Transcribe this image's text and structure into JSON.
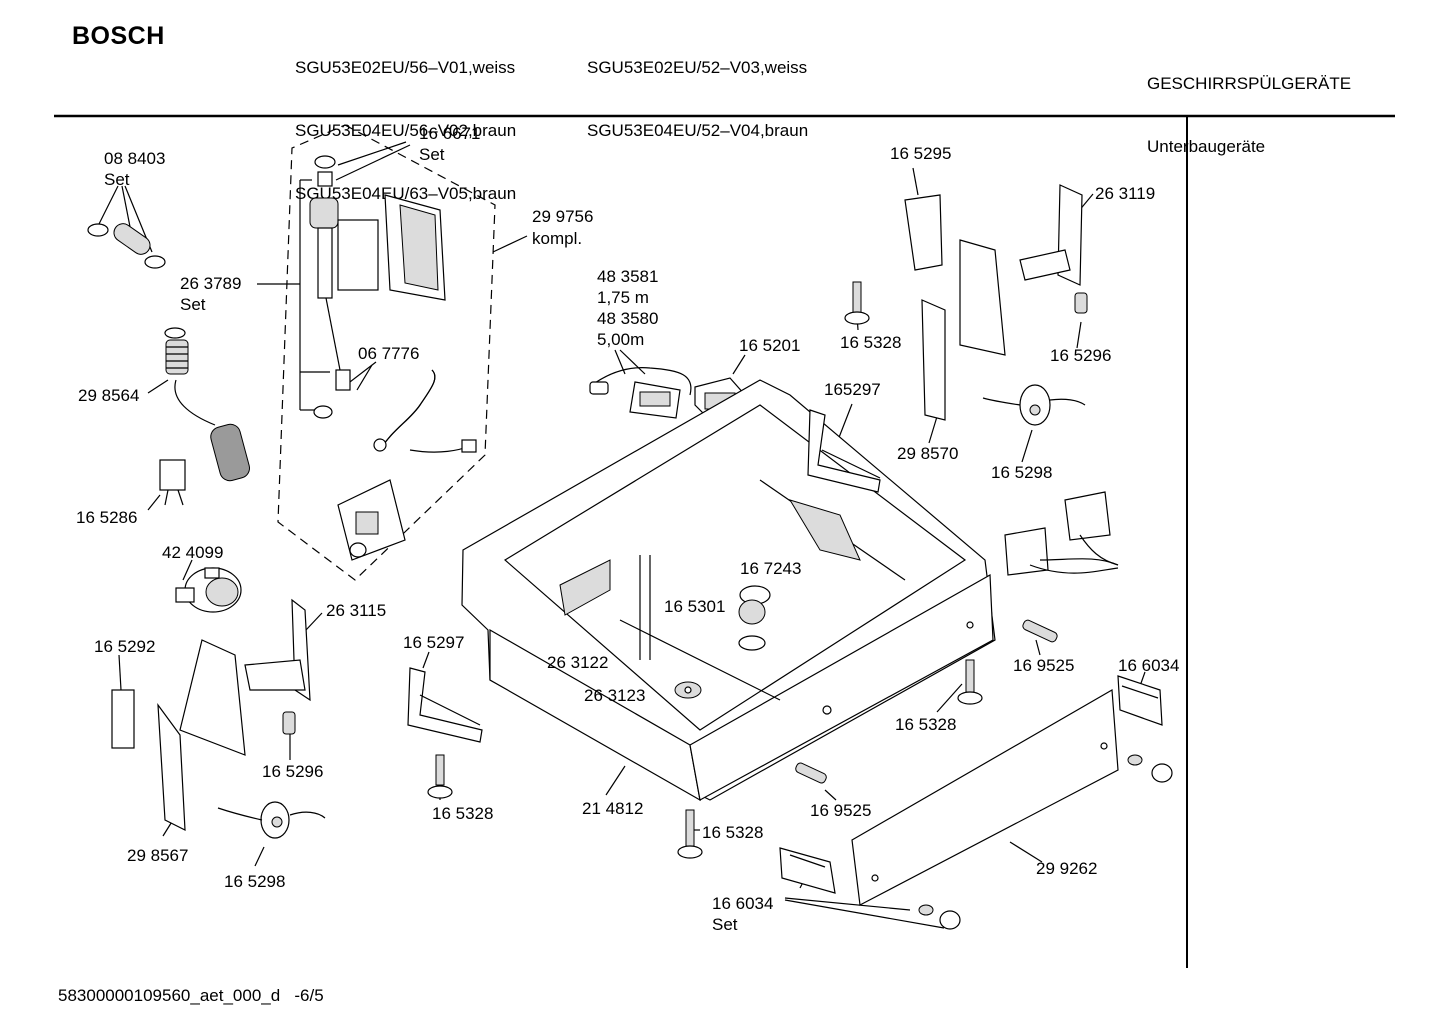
{
  "header": {
    "brand": "BOSCH",
    "models_col1": [
      "SGU53E02EU/56–V01,weiss",
      "SGU53E04EU/56–V02,braun",
      "SGU53E04EU/63–V05,braun"
    ],
    "models_col2": [
      "SGU53E02EU/52–V03,weiss",
      "SGU53E04EU/52–V04,braun"
    ],
    "category": [
      "GESCHIRRSPÜLGERÄTE",
      "Unterbaugeräte"
    ]
  },
  "footer": {
    "code": "58300000109560_aet_000_d",
    "page": "-6/5"
  },
  "labels": {
    "l_088403": "08 8403",
    "l_088403_set": "Set",
    "l_166671": "16 6671",
    "l_166671_set": "Set",
    "l_299756": "29 9756",
    "l_299756_kompl": "kompl.",
    "l_263789": "26 3789",
    "l_263789_set": "Set",
    "l_298564": "29 8564",
    "l_067776": "06 7776",
    "l_165286": "16 5286",
    "l_424099": "42 4099",
    "l_165292": "16 5292",
    "l_263115": "26 3115",
    "l_165296_left": "16 5296",
    "l_298567": "29 8567",
    "l_165298_left": "16 5298",
    "l_483581": "48 3581",
    "l_175m": "1,75 m",
    "l_483580": "48 3580",
    "l_500m": "5,00m",
    "l_165201": "16 5201",
    "l_165297_mid": "165297",
    "l_165297_left": "16 5297",
    "l_167243": "16 7243",
    "l_165301": "16 5301",
    "l_263122": "26 3122",
    "l_263123": "26 3123",
    "l_165328_a": "16 5328",
    "l_214812": "21 4812",
    "l_165328_b": "16 5328",
    "l_169525_b": "16 9525",
    "l_166034_set": "16 6034",
    "l_166034_set_word": "Set",
    "l_299262": "29 9262",
    "l_165295": "16 5295",
    "l_263119": "26 3119",
    "l_165328_top": "16 5328",
    "l_165296_right": "16 5296",
    "l_298570": "29 8570",
    "l_165298_right": "16 5298",
    "l_169525_a": "16 9525",
    "l_166034_right": "16 6034",
    "l_165328_right": "16 5328"
  }
}
